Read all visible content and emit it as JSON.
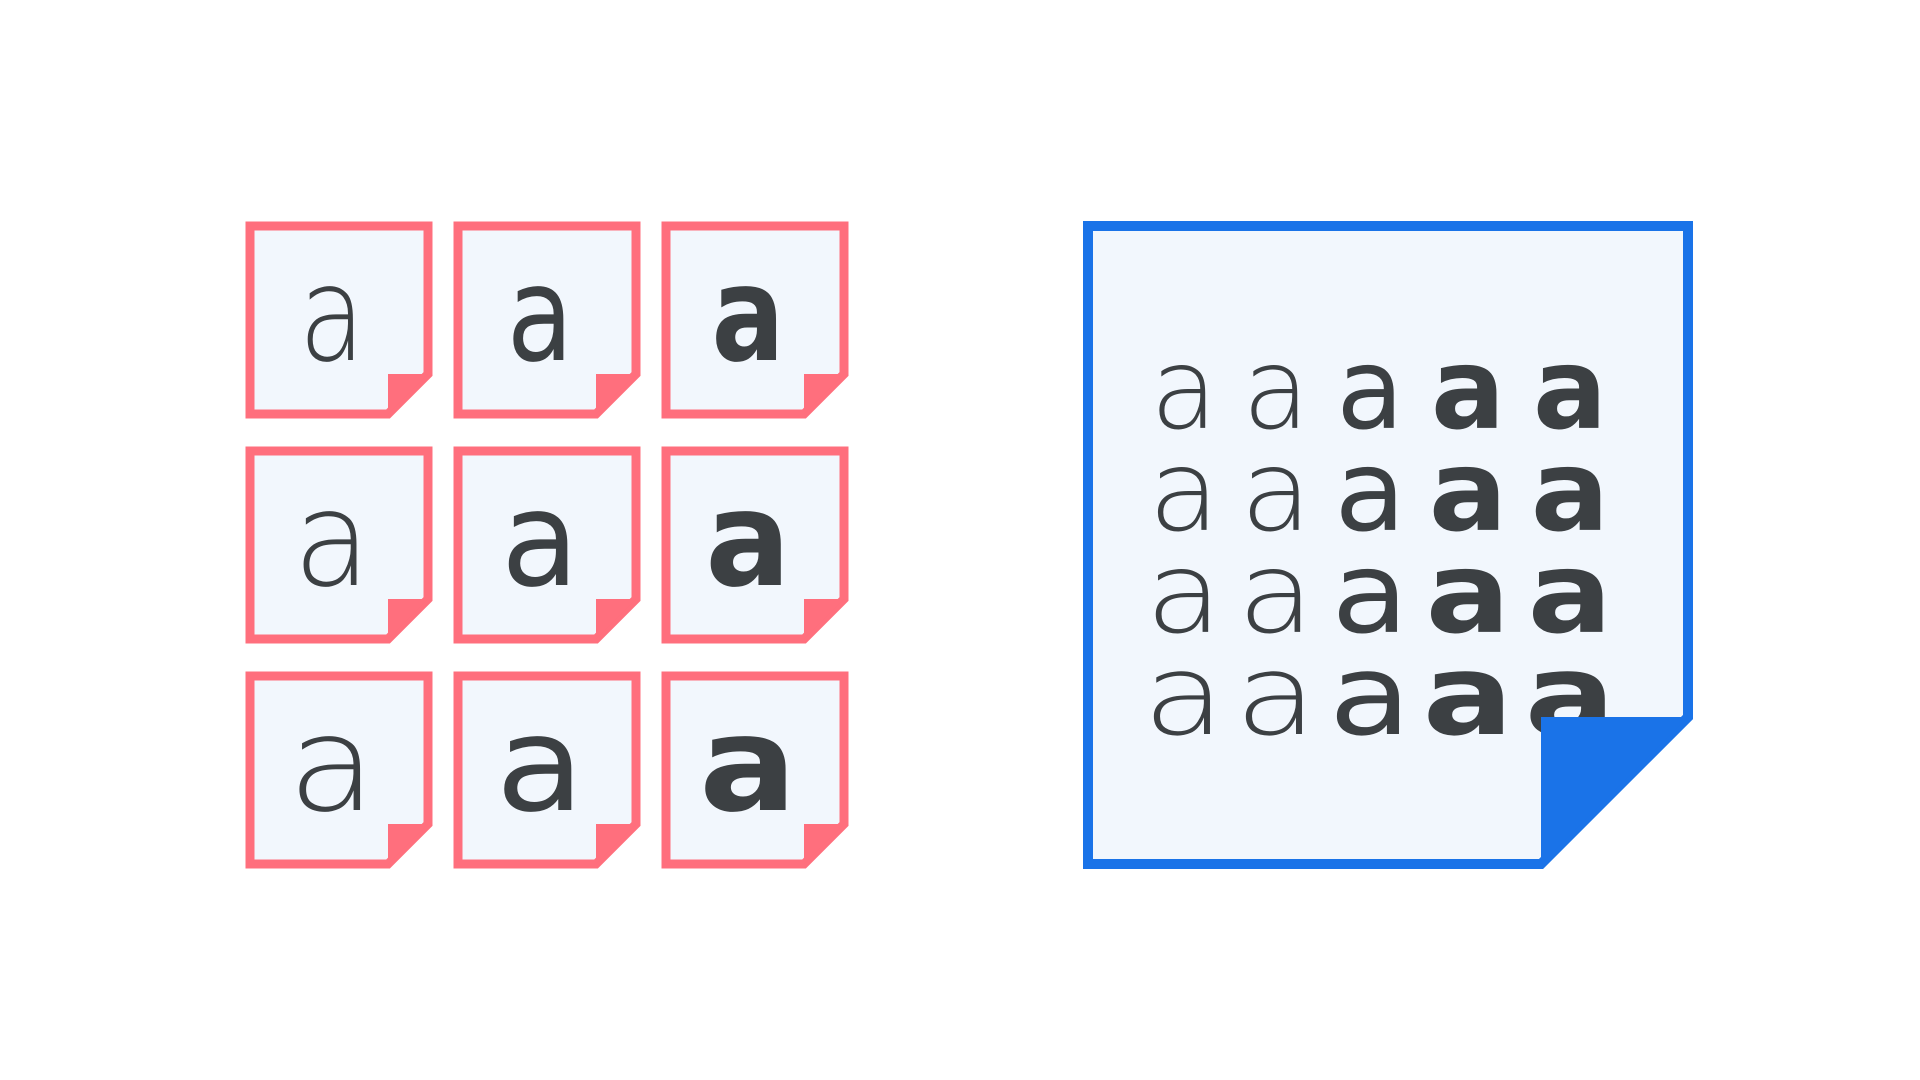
{
  "glyph": "a",
  "colors": {
    "background": "#ffffff",
    "sheet_fill": "#f2f7fd",
    "static_border": "#ff6f7d",
    "variable_border": "#1a73e8",
    "glyph_color": "#3c4043"
  },
  "static_fonts": {
    "rows": 3,
    "columns": 3,
    "widths": [
      "condensed",
      "normal",
      "extended"
    ],
    "weights": [
      "light",
      "regular",
      "bold"
    ]
  },
  "variable_font": {
    "rows": 4,
    "columns": 5,
    "axes": [
      "width",
      "weight"
    ]
  }
}
